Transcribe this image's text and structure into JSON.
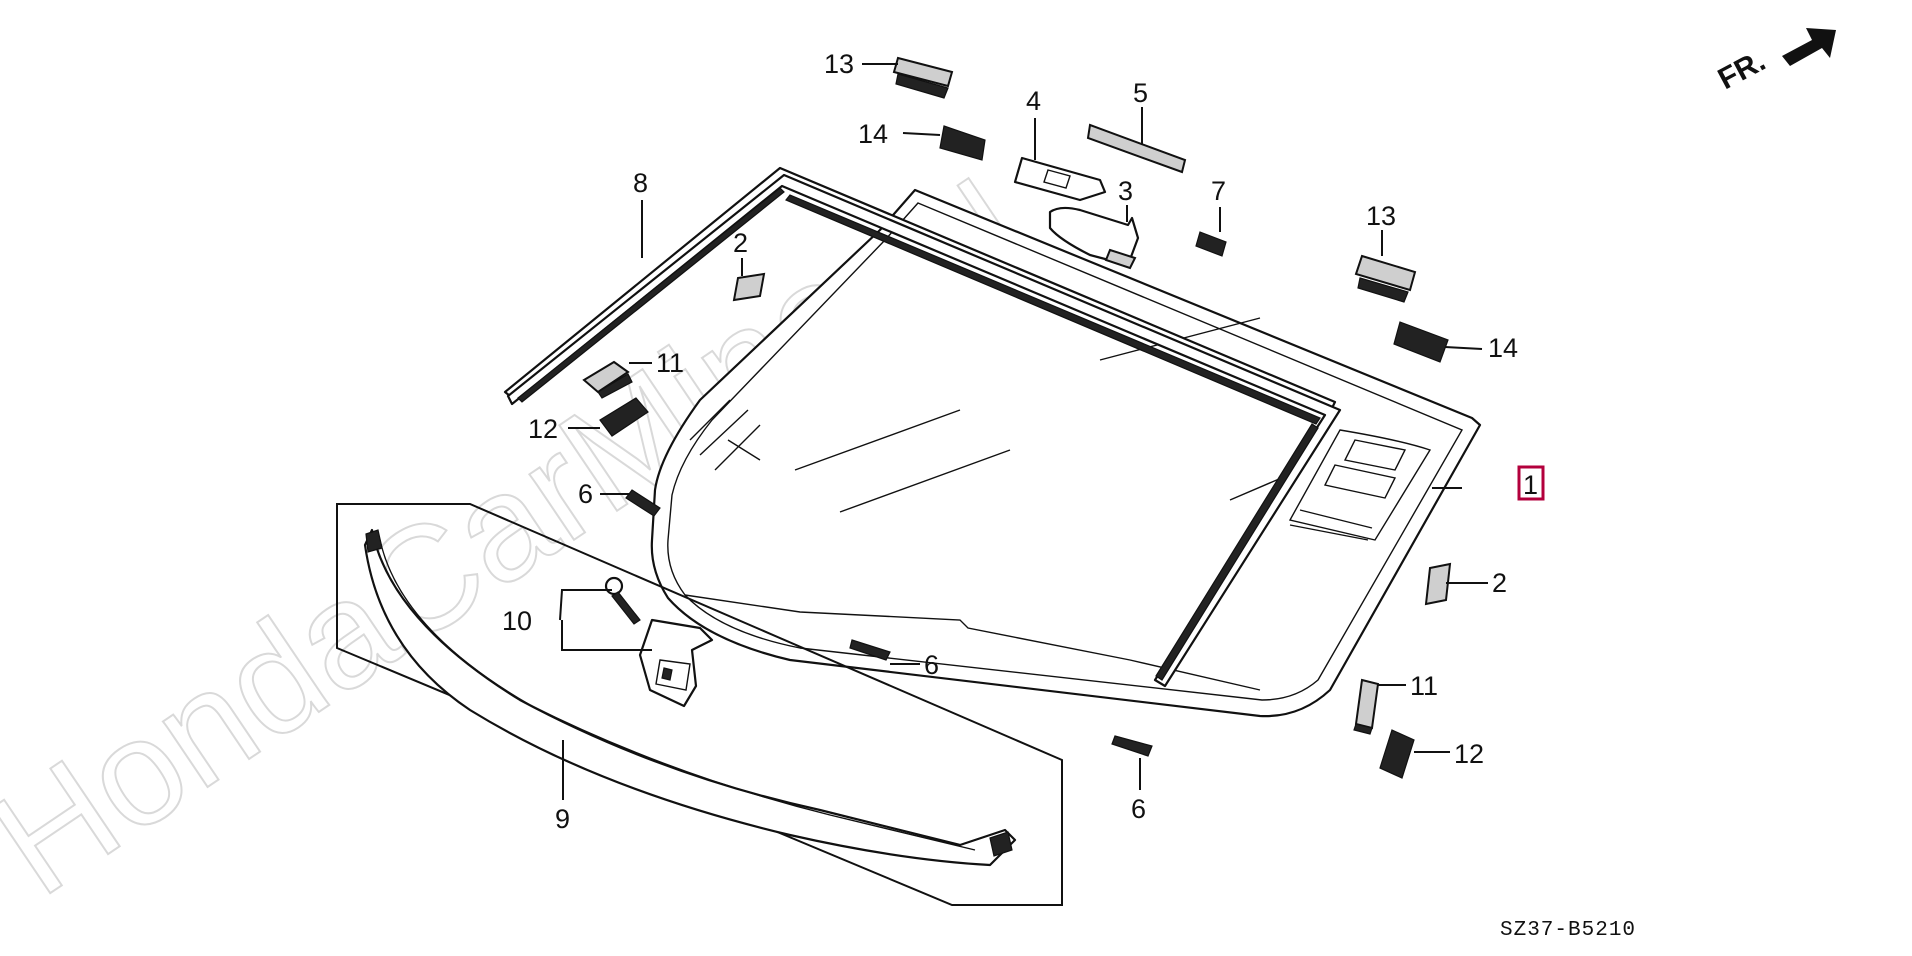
{
  "watermark": "HondaCarMine.ru",
  "direction_label": "FR.",
  "diagram_code": "SZ37-B5210",
  "highlight_color": "#b3003c",
  "callouts": {
    "c1": "1",
    "c2a": "2",
    "c2b": "2",
    "c3": "3",
    "c4": "4",
    "c5": "5",
    "c6a": "6",
    "c6b": "6",
    "c6c": "6",
    "c7": "7",
    "c8": "8",
    "c9": "9",
    "c10": "10",
    "c11a": "11",
    "c11b": "11",
    "c12a": "12",
    "c12b": "12",
    "c13a": "13",
    "c13b": "13",
    "c14a": "14",
    "c14b": "14"
  }
}
